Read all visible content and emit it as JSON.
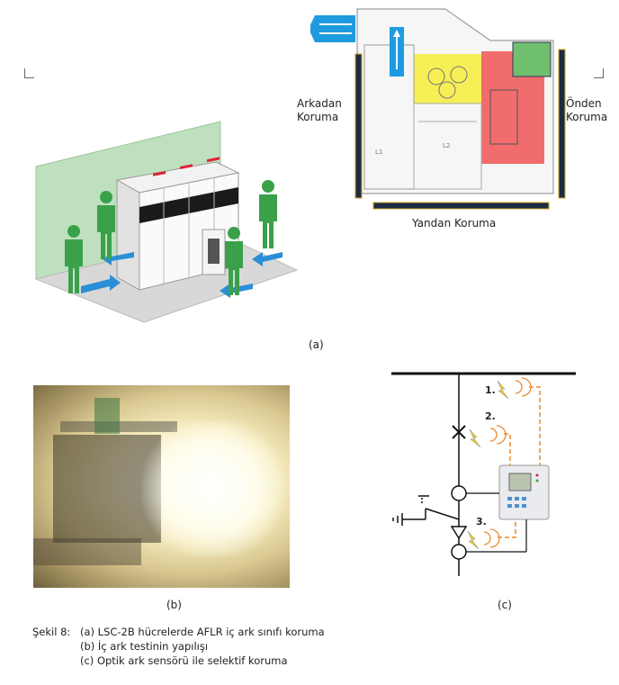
{
  "panel_a": {
    "label": "(a)",
    "rear_label": [
      "Arkadan",
      "Koruma"
    ],
    "front_label": [
      "Önden",
      "Koruma"
    ],
    "side_label": "Yandan Koruma",
    "diagram_tags": [
      "L1",
      "L2"
    ]
  },
  "panel_b": {
    "label": "(b)"
  },
  "panel_c": {
    "label": "(c)",
    "sensors": [
      "1.",
      "2.",
      "3."
    ]
  },
  "caption": {
    "prefix": "Şekil 8:",
    "lines": [
      "(a) LSC-2B hücrelerde AFLR iç ark sınıfı koruma",
      "(b) İç ark testinin yapılışı",
      "(c) Optik ark sensörü ile selektif koruma"
    ]
  },
  "colors": {
    "green_person": "#3aa14a",
    "wall": "#bfe0bf",
    "arrow_blue": "#2a8fd6",
    "highlight_yellow": "#f6ee3a",
    "highlight_red": "#f04a4a",
    "sensor_orange": "#e98a2c"
  }
}
